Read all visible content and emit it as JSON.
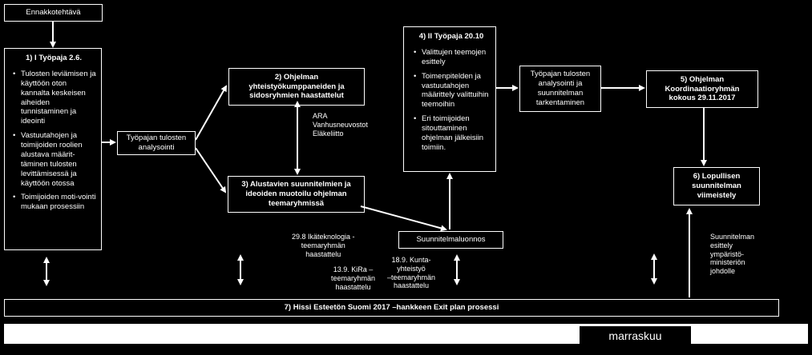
{
  "boxes": {
    "pre_task": "Ennakkotehtävä",
    "ws1": {
      "title": "1) I Työpaja 2.6.",
      "items": [
        "Tulosten leviämisen ja käyttöön oton kannalta keskeisen aiheiden tunnistaminen ja ideointi",
        "Vastuutahojen ja toimijoiden roolien alustava määrit-täminen tulosten levittämisessä ja käyttöön otossa",
        "Toimijoiden moti-vointi mukaan prosessiin"
      ]
    },
    "analysis1": "Työpajan tulosten analysointi",
    "interviews": "2) Ohjelman yhteistyökumppaneiden ja sidosryhmien haastattelut",
    "themes": "3) Alustavien suunnitelmien ja ideoiden muotoilu ohjelman teemaryhmissä",
    "ws2": {
      "title": "4) II Työpaja 20.10",
      "items": [
        "Valittujen teemojen esittely",
        "Toimenpitelden ja vastuutahojen määrittely valittuihin teemoihin",
        "Eri toimijoiden sitouttaminen ohjelman jälkeisiin toimiin."
      ]
    },
    "draft": "Suunnitelmaluonnos",
    "analysis2": "Työpajan tulosten analysointi ja suunnitelman tarkentaminen",
    "coord": "5) Ohjelman Koordinaatioryhmän kokous 29.11.2017",
    "final": "6) Lopullisen suunnitelman viimeistely",
    "exit": "7) Hissi Esteetön Suomi 2017 –hankkeen Exit plan prosessi"
  },
  "notes": {
    "ara": "ARA\nVanhusneuvostot\nEläkeliitto",
    "tech": "29.8 Ikäteknologia -\nteemaryhmän\nhaastattelu",
    "kira": "13.9. KiRa –\nteemaryhmän\nhaastattelu",
    "kunta": "18.9. Kunta-\nyhteistyö\n–teemaryhmän\nhaastattelu",
    "ministry": "Suunnitelman\nesittely\nympäristö-\nministeriön\njohdolle"
  },
  "timeline": {
    "month": "marraskuu"
  }
}
